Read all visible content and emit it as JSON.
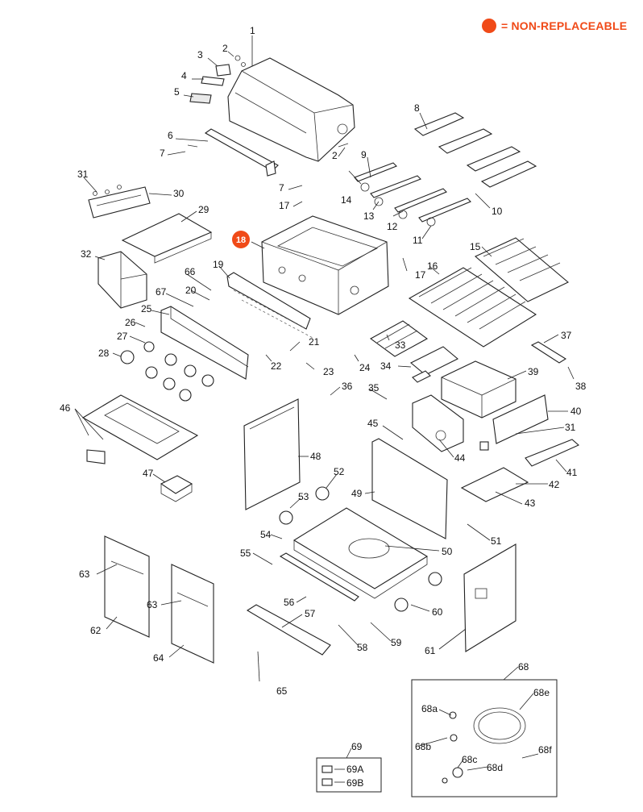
{
  "legend": {
    "text": "= NON-REPLACEABLE",
    "marker_color": "#f04a18"
  },
  "non_replaceable_callout": {
    "label": "18",
    "color": "#f04a18"
  },
  "callouts": [
    "1",
    "2",
    "3",
    "4",
    "5",
    "6",
    "7",
    "2",
    "8",
    "9",
    "14",
    "31",
    "30",
    "29",
    "7",
    "17",
    "13",
    "12",
    "10",
    "11",
    "32",
    "66",
    "19",
    "15",
    "16",
    "17",
    "67",
    "20",
    "25",
    "26",
    "27",
    "28",
    "21",
    "22",
    "23",
    "24",
    "33",
    "34",
    "39",
    "37",
    "38",
    "36",
    "35",
    "46",
    "45",
    "44",
    "40",
    "31",
    "41",
    "42",
    "48",
    "52",
    "47",
    "53",
    "49",
    "43",
    "51",
    "54",
    "50",
    "55",
    "63",
    "56",
    "57",
    "60",
    "62",
    "63",
    "58",
    "59",
    "61",
    "64",
    "65",
    "68",
    "68a",
    "68e",
    "68b",
    "68c",
    "68d",
    "68f",
    "69",
    "69A",
    "69B"
  ]
}
